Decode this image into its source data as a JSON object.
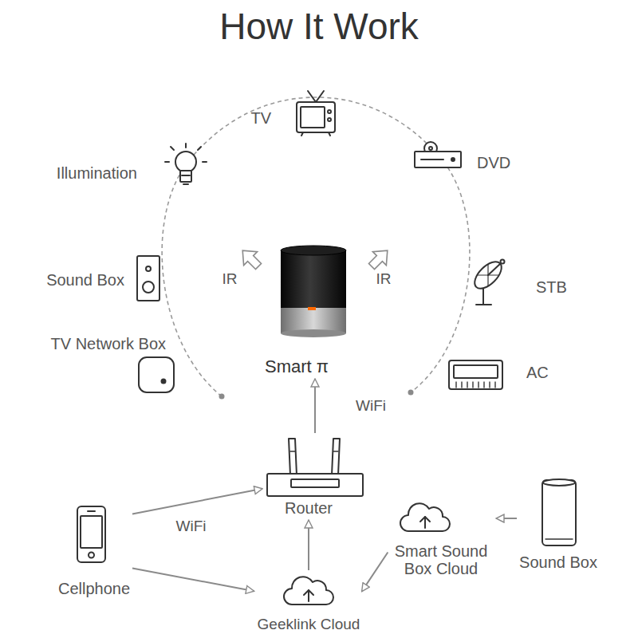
{
  "diagram": {
    "title": "How It Work",
    "nodes": [
      {
        "text": [
          "TV"
        ]
      },
      {
        "text": [
          "Illumination"
        ]
      },
      {
        "text": [
          "DVD"
        ]
      },
      {
        "text": [
          "Sound Box"
        ]
      },
      {
        "text": [
          "STB"
        ]
      },
      {
        "text": [
          "TV Network Box"
        ]
      },
      {
        "text": [
          "AC"
        ]
      },
      {
        "text": [
          "Smart π"
        ]
      },
      {
        "text": [
          "Router"
        ]
      },
      {
        "text": [
          "Cellphone"
        ]
      },
      {
        "text": [
          "Smart Sound Box Cloud"
        ]
      },
      {
        "text": [
          "Sound Box"
        ]
      },
      {
        "text": [
          "Geeklink Cloud"
        ]
      }
    ],
    "edges": [
      {
        "from": 8,
        "to": 7,
        "arrow": "to",
        "label": "WiFi"
      },
      {
        "from": 9,
        "to": 8,
        "arrow": "to",
        "label": "WiFi"
      },
      {
        "from": 9,
        "to": 12,
        "arrow": "to"
      },
      {
        "from": 12,
        "to": 8,
        "arrow": "to"
      },
      {
        "from": 10,
        "to": 12,
        "arrow": "to"
      },
      {
        "from": 11,
        "to": 10,
        "arrow": "to"
      }
    ],
    "labels": [
      "IR",
      "IR"
    ]
  }
}
